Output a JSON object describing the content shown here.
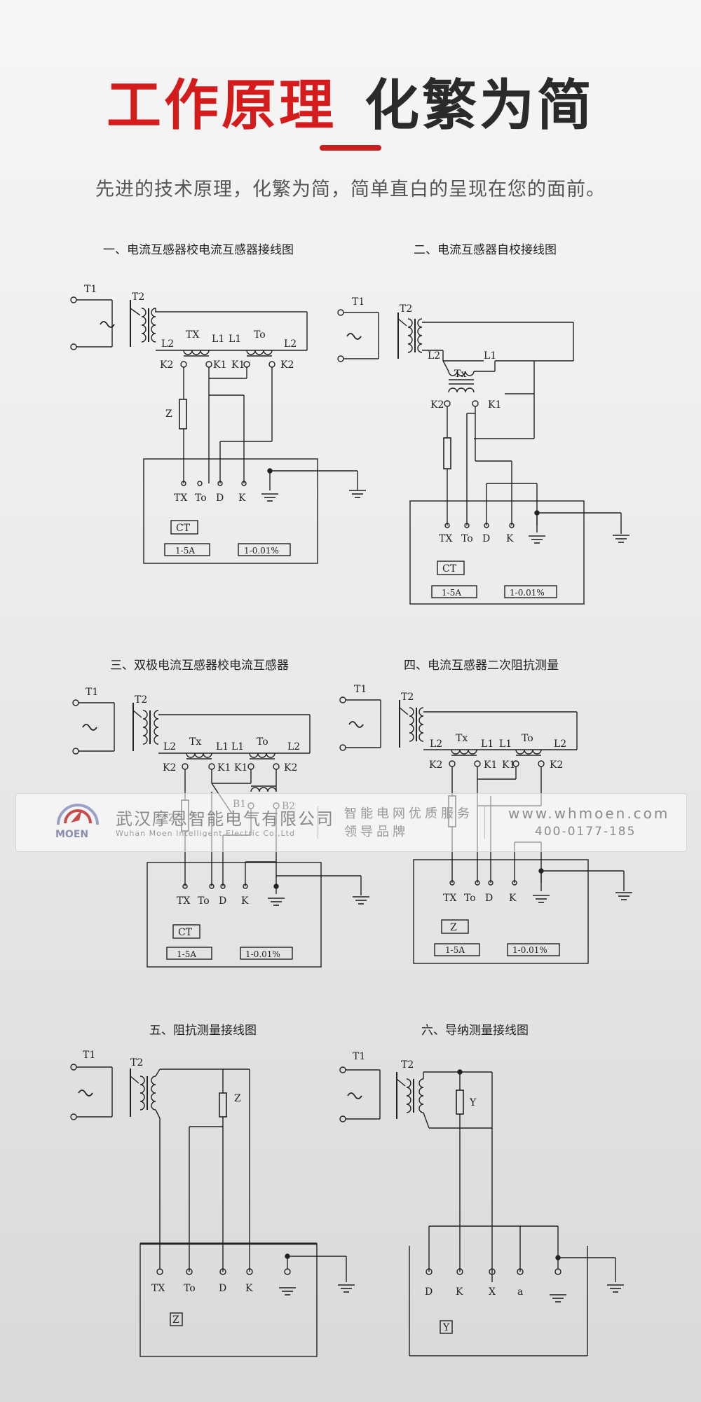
{
  "header": {
    "title_red": "工作原理",
    "title_dark": "化繁为简",
    "subtitle": "先进的技术原理，化繁为简，简单直白的呈现在您的面前。"
  },
  "diagrams": [
    {
      "caption": "一、电流互感器校电流互感器接线图",
      "panel": "CT",
      "range": "1-5A",
      "accuracy": "1-0.01%"
    },
    {
      "caption": "二、电流互感器自校接线图",
      "panel": "CT",
      "range": "1-5A",
      "accuracy": "1-0.01%"
    },
    {
      "caption": "三、双极电流互感器校电流互感器",
      "panel": "CT",
      "range": "1-5A",
      "accuracy": "1-0.01%"
    },
    {
      "caption": "四、电流互感器二次阻抗测量",
      "panel": "Z",
      "range": "1-5A",
      "accuracy": "1-0.01%"
    },
    {
      "caption": "五、阻抗测量接线图",
      "panel": "Z"
    },
    {
      "caption": "六、导纳测量接线图",
      "panel": "Y"
    }
  ],
  "labels": {
    "t1": "T1",
    "t2": "T2",
    "l1": "L1",
    "l2": "L2",
    "k1": "K1",
    "k2": "K2",
    "tx_upper": "TX",
    "tx_mixed": "Tx",
    "to": "To",
    "d": "D",
    "k": "K",
    "x": "X",
    "a": "a",
    "z": "Z",
    "y": "Y",
    "b1": "B1",
    "b2": "B2",
    "ac": "~"
  },
  "watermark": {
    "company_cn": "武汉摩恩智能电气有限公司",
    "company_en": "Wuhan Moen Intelligent Electric Co.,Ltd",
    "logo_text": "MOEN",
    "slogan_1": "智能电网优质服务",
    "slogan_2": "领导品牌",
    "url": "www.whmoen.com",
    "phone": "400-0177-185"
  }
}
